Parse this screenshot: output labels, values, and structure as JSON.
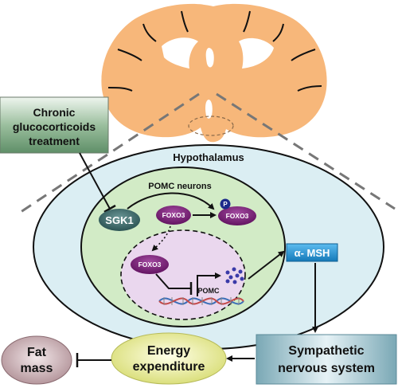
{
  "chronic_treatment": {
    "lines": [
      "Chronic",
      "glucocorticoids",
      "treatment"
    ]
  },
  "hypothalamus": {
    "label": "Hypothalamus"
  },
  "pomc_neurons": {
    "label": "POMC neurons"
  },
  "sgk1": {
    "label": "SGK1"
  },
  "foxo3_cytoplasm": {
    "label": "FOXO3"
  },
  "foxo3_phospho": {
    "label": "FOXO3",
    "p_label": "P"
  },
  "foxo3_nucleus": {
    "label": "FOXO3"
  },
  "pomc_gene": {
    "label": "POMC"
  },
  "alpha_msh": {
    "label": "α- MSH"
  },
  "sympathetic": {
    "lines": [
      "Sympathetic",
      "nervous system"
    ]
  },
  "energy": {
    "lines": [
      "Energy",
      "expenditure"
    ]
  },
  "fat_mass": {
    "lines": [
      "Fat",
      "mass"
    ]
  },
  "colors": {
    "brain": "#f7b77a",
    "hypothalamus_fill": "#dbeef3",
    "pomc_neurons_fill": "#d2ebc6",
    "nucleus_fill": "#ead7ee",
    "foxo3_fill": "#7a1a78",
    "sgk1_fill": "#2f5f5f",
    "msh_fill": "#1f8fd0"
  }
}
